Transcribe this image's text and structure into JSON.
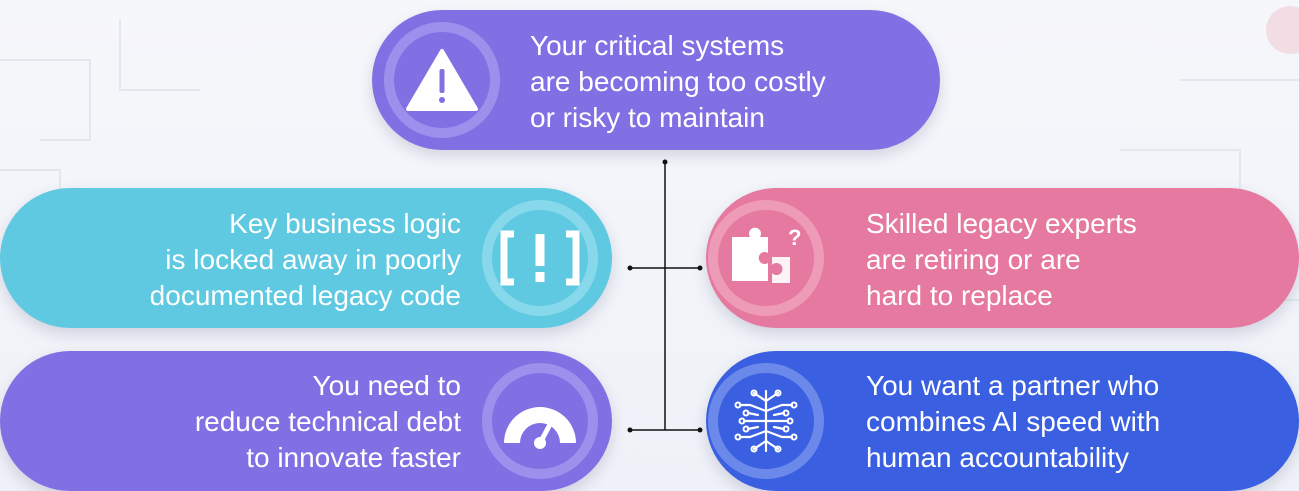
{
  "colors": {
    "purple": "#8070e4",
    "purple_ring": "#9d90ec",
    "teal": "#5ec9e0",
    "teal_ring": "#86d8ea",
    "pink": "#e6799f",
    "pink_ring": "#ee9bb8",
    "blue": "#3a5fe0",
    "blue_ring": "#6b89ea",
    "connector": "#111111"
  },
  "cards": {
    "top": {
      "icon": "warning-triangle-icon",
      "lines": [
        "Your critical systems",
        "are becoming too costly",
        "or risky to maintain"
      ]
    },
    "mid_left": {
      "icon": "code-alert-brackets-icon",
      "lines": [
        "Key business logic",
        "is locked away in poorly",
        "documented legacy code"
      ]
    },
    "mid_right": {
      "icon": "puzzle-question-icon",
      "lines": [
        "Skilled legacy experts",
        "are retiring or are",
        "hard to replace"
      ]
    },
    "bottom_left": {
      "icon": "speedometer-gauge-icon",
      "lines": [
        "You need to",
        "reduce technical debt",
        "to innovate faster"
      ]
    },
    "bottom_right": {
      "icon": "ai-circuit-brain-icon",
      "lines": [
        "You want a partner who",
        "combines AI speed with",
        "human accountability"
      ]
    }
  }
}
